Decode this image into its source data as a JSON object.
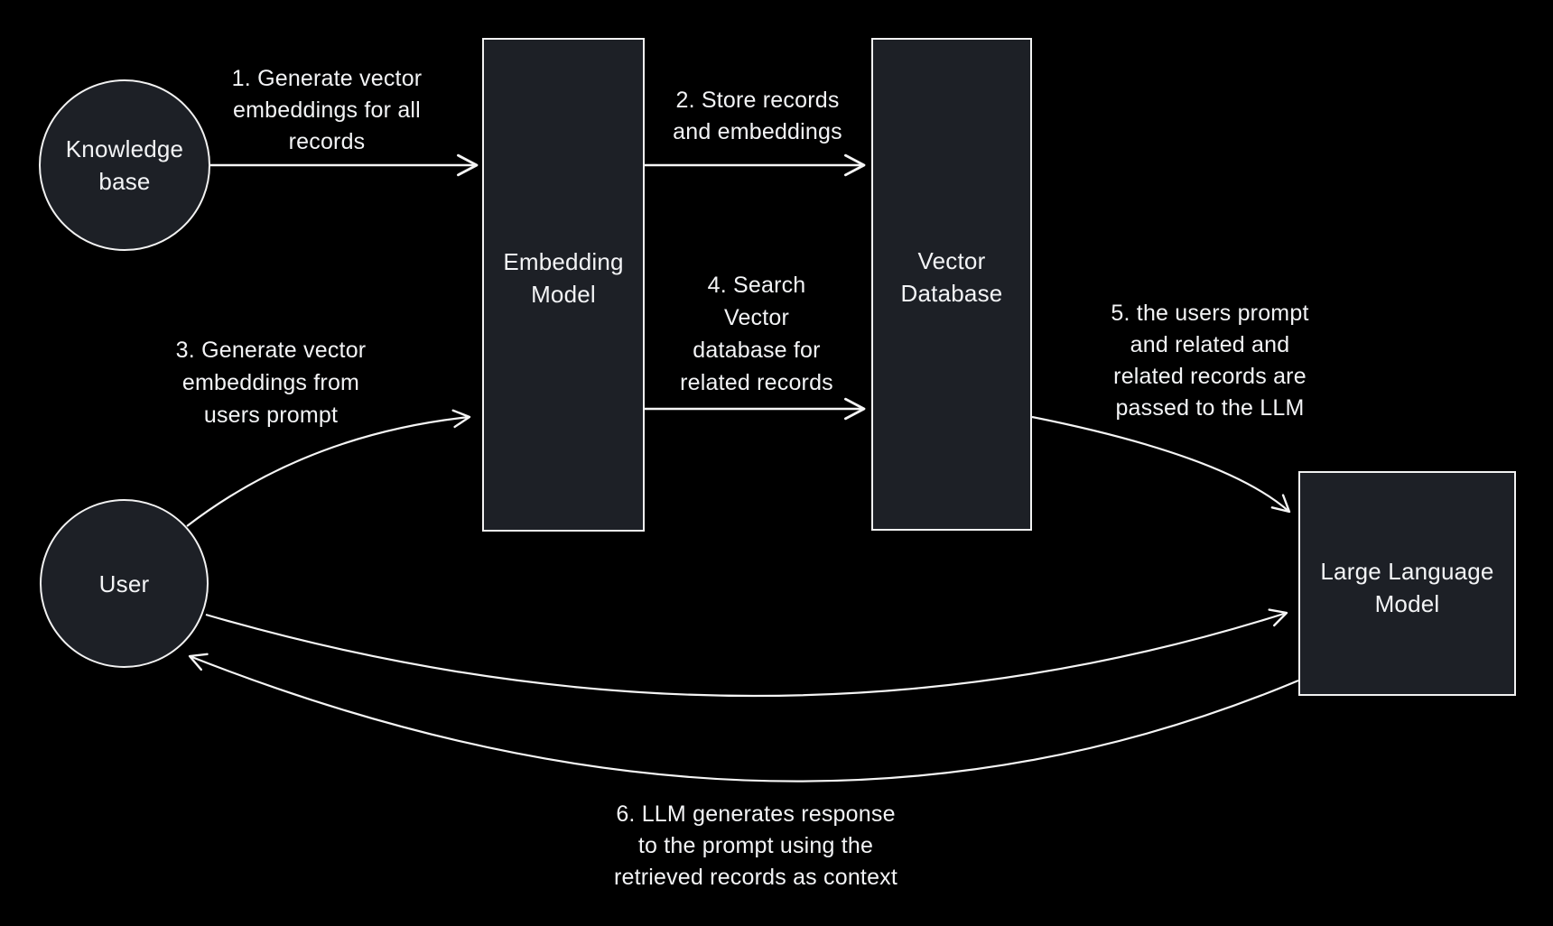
{
  "diagram": {
    "title": "RAG data flow diagram",
    "colors": {
      "background": "#000000",
      "node_fill": "#1d2026",
      "node_border": "#f2f2f2",
      "line": "#f5f5f5",
      "text": "#f3f4f6"
    },
    "nodes": {
      "knowledge_base": {
        "label": "Knowledge\nbase",
        "shape": "circle"
      },
      "user": {
        "label": "User",
        "shape": "circle"
      },
      "embedding_model": {
        "label": "Embedding\nModel",
        "shape": "rect"
      },
      "vector_database": {
        "label": "Vector\nDatabase",
        "shape": "rect"
      },
      "large_language_model": {
        "label": "Large Language\nModel",
        "shape": "rect"
      }
    },
    "edges": {
      "e1": {
        "from": "knowledge_base",
        "to": "embedding_model",
        "label": "1. Generate vector\nembeddings for all\nrecords"
      },
      "e2": {
        "from": "embedding_model",
        "to": "vector_database",
        "label": "2. Store records\nand embeddings"
      },
      "e3": {
        "from": "user",
        "to": "embedding_model",
        "label": "3. Generate vector\nembeddings from\nusers prompt"
      },
      "e4": {
        "from": "embedding_model",
        "to": "vector_database",
        "label": "4. Search\nVector\ndatabase for\nrelated records"
      },
      "e5": {
        "from": "vector_database",
        "to": "large_language_model",
        "label": "5. the users prompt\nand related and\nrelated records are\npassed to the LLM"
      },
      "e6a": {
        "from": "user",
        "to": "large_language_model",
        "label": ""
      },
      "e6b": {
        "from": "large_language_model",
        "to": "user",
        "label": "6. LLM generates response\nto the prompt using the\nretrieved records as context"
      }
    }
  }
}
